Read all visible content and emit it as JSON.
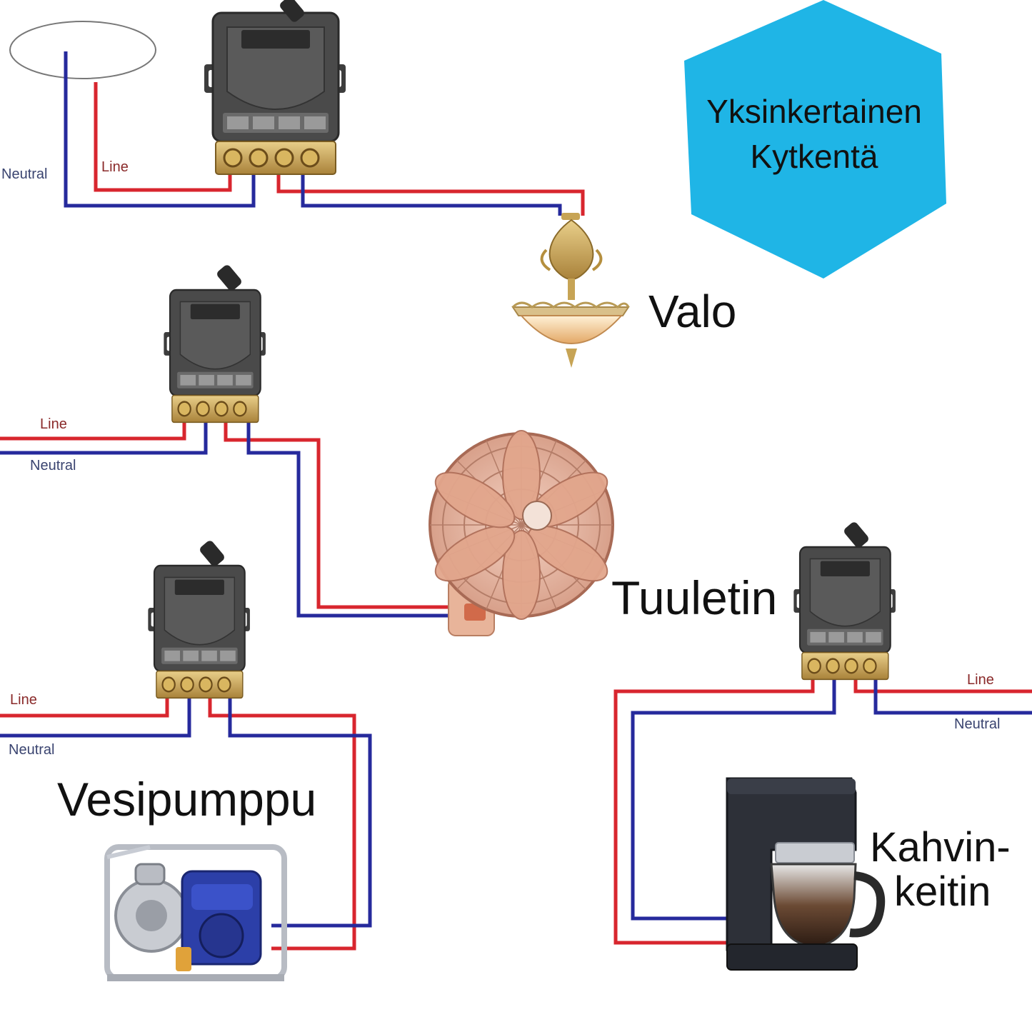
{
  "title": {
    "line1": "Yksinkertainen",
    "line2": "Kytkentä"
  },
  "appliances": {
    "light": "Valo",
    "fan": "Tuuletin",
    "pump": "Vesipumppu",
    "coffee_line1": "Kahvin-",
    "coffee_line2": "keitin"
  },
  "wire_labels": {
    "neutral": "Neutral",
    "line": "Line"
  },
  "colors": {
    "line_wire": "#d8262e",
    "neutral_wire": "#262a9c",
    "hexagon": "#1fb5e6",
    "relay_body": "#4a4a4a",
    "terminal": "#c9a24a"
  }
}
